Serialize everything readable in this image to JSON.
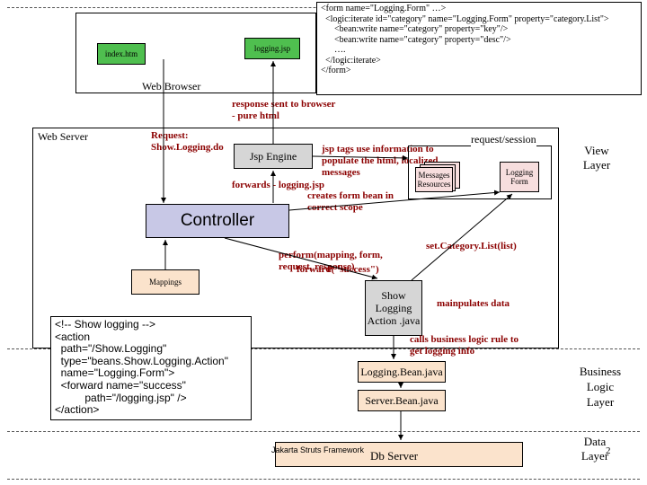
{
  "browser_region": {
    "label": "Web Browser",
    "index_page": "index.htm",
    "logging_page": "logging.jsp",
    "form_code": [
      "<form name=\"Logging.Form\" …>",
      "  <logic:iterate id=\"category\" name=\"Logging.Form\" property=\"category.List\">",
      "      <bean:write name=\"category\" property=\"key\"/>",
      "      <bean:write name=\"category\" property=\"desc\"/>",
      "      ….",
      "  </logic:iterate>",
      "</form>"
    ]
  },
  "response_text": "response sent to browser - pure html",
  "server_region": {
    "label": "Web Server",
    "request_text": "Request: Show.Logging.do",
    "jsp_engine": "Jsp Engine",
    "overlap_text": "jsp tags use information to populate the html, localized messages",
    "request_session": "request/session",
    "messages_resources": "Messages Resources",
    "logging_form": "Logging Form",
    "forwards_text": "forwards - logging.jsp",
    "creates_text": "creates form bean in correct scope",
    "controller": "Controller",
    "set_category": "set.Category.List(list)",
    "perform_text": "perform(mapping, form, request, response)",
    "forward_text": "forward(\"success\")",
    "mappings": "Mappings",
    "action_box": "Show Logging Action .java",
    "manipulates": "mainpulates data",
    "calls_text": "calls business logic rule to get logging info",
    "mapping_code": [
      "<!-- Show logging -->",
      "<action",
      "  path=\"/Show.Logging\"",
      "  type=\"beans.Show.Logging.Action\"",
      "  name=\"Logging.Form\">",
      "  <forward name=\"success\"",
      "          path=\"/logging.jsp\" />",
      "</action>"
    ],
    "logging_bean": "Logging.Bean.java",
    "server_bean": "Server.Bean.java",
    "struts_label": "Jakarta Struts Framework",
    "db_server": "Db Server"
  },
  "layers": {
    "view": "View Layer",
    "business": "Business Logic Layer",
    "data": "Data Layer",
    "slide_number": "2"
  }
}
